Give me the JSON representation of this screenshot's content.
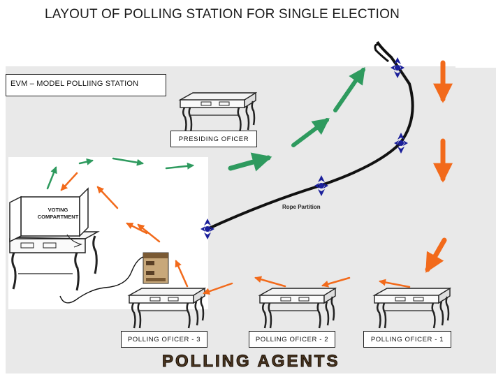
{
  "title": "LAYOUT OF POLLING STATION FOR SINGLE ELECTION",
  "station_label": "EVM – MODEL POLLIING STATION",
  "presiding_officer": "PRESIDING OFICER",
  "voting_compartment": [
    "VOTING",
    "COMPARTMENT"
  ],
  "rope_partition": "Rope Partition",
  "polling_officers": [
    "POLLING OFICER - 1",
    "POLLING OFICER - 2",
    "POLLING OFICER - 3"
  ],
  "polling_agents": "POLLING AGENTS",
  "colors": {
    "entry_arrow": "#f26a1b",
    "exit_arrow": "#2e9a5e",
    "rope": "#111111",
    "post": "#1a1f9a"
  }
}
